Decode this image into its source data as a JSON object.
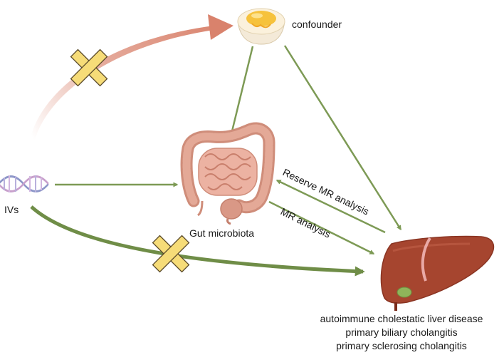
{
  "nodes": {
    "confounder": {
      "label": "confounder",
      "icon": "egg-icon"
    },
    "ivs": {
      "label": "IVs",
      "icon": "dna-icon"
    },
    "gut": {
      "label": "Gut microbiota",
      "icon": "intestine-icon"
    },
    "liver": {
      "icon": "liver-icon",
      "lines": [
        "autoimmune cholestatic liver disease",
        "primary biliary cholangitis",
        "primary sclerosing cholangitis"
      ]
    }
  },
  "edges": {
    "reverse_mr": "Reserve MR analysis",
    "mr": "MR analysis"
  },
  "colors": {
    "green_arrow": "#7d9a55",
    "red_arrow": "#dc8c78",
    "cross_fill": "#f6dc78",
    "liver": "#a6452f",
    "intestine": "#e0a393"
  }
}
